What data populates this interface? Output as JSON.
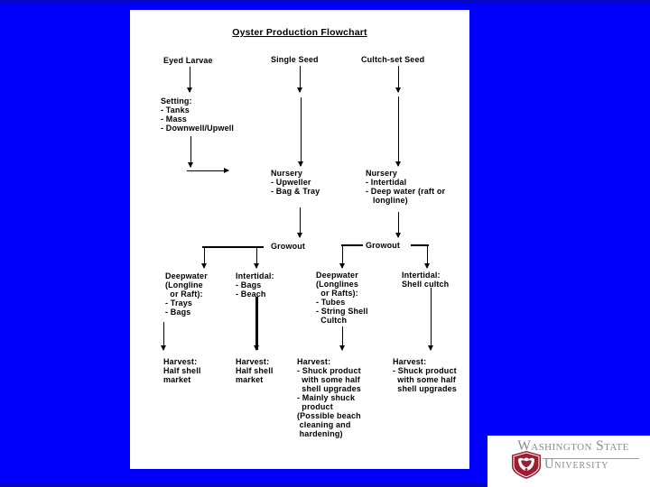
{
  "flowchart": {
    "title": "Oyster Production Flowchart",
    "sources": {
      "eyed_larvae": "Eyed Larvae",
      "single_seed": "Single Seed",
      "cultch_set_seed": "Cultch-set Seed"
    },
    "setting": [
      "Setting:",
      "- Tanks",
      "- Mass",
      "- Downwell/Upwell"
    ],
    "nursery_single": [
      "Nursery",
      "- Upweller",
      "- Bag & Tray"
    ],
    "nursery_cultch": [
      "Nursery",
      "- Intertidal",
      "- Deep water (raft or",
      "   longline)"
    ],
    "growout_left": "Growout",
    "growout_right": "Growout",
    "branches": {
      "deepwater_longline": [
        "Deepwater",
        "(Longline",
        "  or Raft):",
        "- Trays",
        "- Bags"
      ],
      "intertidal_bags_beach": [
        "Intertidal:",
        "- Bags",
        "- Beach"
      ],
      "deepwater_longlines": [
        "Deepwater",
        "(Longlines",
        "  or Rafts):",
        "- Tubes",
        "- String Shell",
        "  Cultch"
      ],
      "intertidal_shell_cultch": [
        "Intertidal:",
        "Shell cultch"
      ]
    },
    "harvests": {
      "eyed_larvae_col": [
        "Harvest:",
        "Half shell",
        "market"
      ],
      "single_seed_col": [
        "Harvest:",
        "Half shell",
        "market"
      ],
      "cultch_deepwater_col": [
        "Harvest:",
        "- Shuck product",
        "  with some half",
        "  shell upgrades",
        "- Mainly shuck",
        "  product",
        "(Possible beach",
        " cleaning and",
        " hardening)"
      ],
      "cultch_intertidal_col": [
        "Harvest:",
        "- Shuck product",
        "  with some half",
        "  shell upgrades"
      ]
    }
  },
  "logo": {
    "line1": "Washington State",
    "line2": "University"
  },
  "colors": {
    "background": "#0101fb",
    "panel": "#ffffff",
    "flow_ink": "#000000",
    "logo_text": "#8a8a8a",
    "logo_crimson": "#9b1e32"
  }
}
